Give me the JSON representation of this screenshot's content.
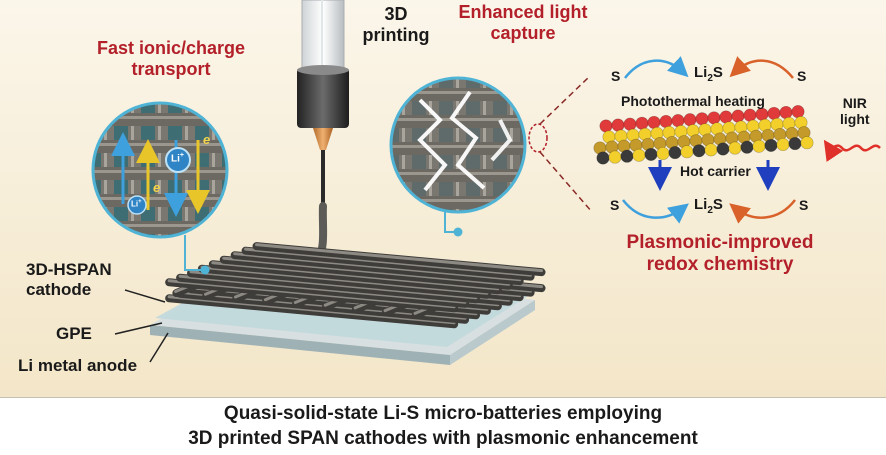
{
  "labels": {
    "fast_transport_l1": "Fast ionic/charge",
    "fast_transport_l2": "transport",
    "printing_l1": "3D",
    "printing_l2": "printing",
    "light_capture_l1": "Enhanced light",
    "light_capture_l2": "capture",
    "s_top_left": "S",
    "li2s_top": "Li",
    "li2s_top_sub": "2",
    "li2s_top_end": "S",
    "s_top_right": "S",
    "photothermal": "Photothermal heating",
    "nir_l1": "NIR",
    "nir_l2": "light",
    "hot_carrier": "Hot carrier",
    "s_bottom_left": "S",
    "li2s_bottom": "Li",
    "li2s_bottom_sub": "2",
    "li2s_bottom_end": "S",
    "s_bottom_right": "S",
    "plasmonic_l1": "Plasmonic-improved",
    "plasmonic_l2": "redox chemistry",
    "cathode_l1": "3D-HSPAN",
    "cathode_l2": "cathode",
    "gpe": "GPE",
    "anode": "Li metal anode",
    "li_ion_big": "Li",
    "li_ion_big_sup": "+",
    "li_ion_small": "Li",
    "li_ion_small_sup": "+",
    "electron_1": "e",
    "electron_2": "e"
  },
  "caption": {
    "line1": "Quasi-solid-state Li-S micro-batteries employing",
    "line2": "3D printed SPAN cathodes with plasmonic enhancement"
  },
  "colors": {
    "background": "#f8f1e0",
    "title_red": "#b3202a",
    "fiber": "#6e6c68",
    "circle_bg": "#3f6d74",
    "circle_border": "#4fb3d6",
    "arrow_blue": "#3ea0dc",
    "arrow_orange": "#d9622b",
    "arrow_navy": "#1f3fbf",
    "atom_red": "#e03a3a",
    "atom_yellow": "#f2cf2a",
    "atom_gold": "#c49a2a",
    "atom_dark": "#3a3a3a",
    "gpe": "#cfe1e3"
  }
}
